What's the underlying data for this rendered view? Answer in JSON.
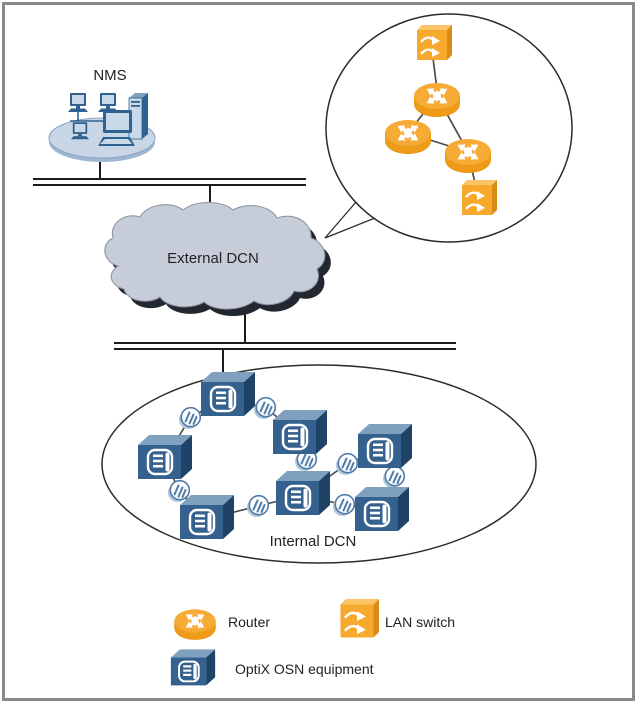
{
  "diagram": {
    "labels": {
      "nms": "NMS",
      "external_dcn": "External DCN",
      "internal_dcn": "Internal DCN"
    },
    "magnified_view": {
      "nodes": [
        {
          "icon": "lan-switch-icon"
        },
        {
          "icon": "router-icon"
        },
        {
          "icon": "router-icon"
        },
        {
          "icon": "router-icon"
        },
        {
          "icon": "lan-switch-icon"
        }
      ],
      "links": [
        [
          0,
          1
        ],
        [
          1,
          2
        ],
        [
          1,
          3
        ],
        [
          2,
          3
        ],
        [
          3,
          4
        ]
      ]
    },
    "internal_dcn": {
      "equipment_count": 7,
      "equipment_icon": "optix-osn-equipment-icon",
      "link_icon": "link-icon",
      "links": [
        [
          0,
          1
        ],
        [
          0,
          2
        ],
        [
          1,
          4
        ],
        [
          2,
          3
        ],
        [
          3,
          4
        ],
        [
          4,
          5
        ],
        [
          4,
          6
        ],
        [
          5,
          6
        ]
      ]
    },
    "colors": {
      "router_orange": "#F6AB36",
      "switch_orange": "#F7A92E",
      "equipment_blue": "#35618E",
      "cloud_fill": "#C6CDD9",
      "line_dark": "#1B1B1B",
      "frame_border": "#8A8A8A"
    }
  },
  "legend": {
    "items": [
      {
        "icon": "router-icon",
        "label": "Router"
      },
      {
        "icon": "lan-switch-icon",
        "label": "LAN switch"
      },
      {
        "icon": "optix-osn-equipment-icon",
        "label": "OptiX OSN equipment"
      }
    ]
  }
}
